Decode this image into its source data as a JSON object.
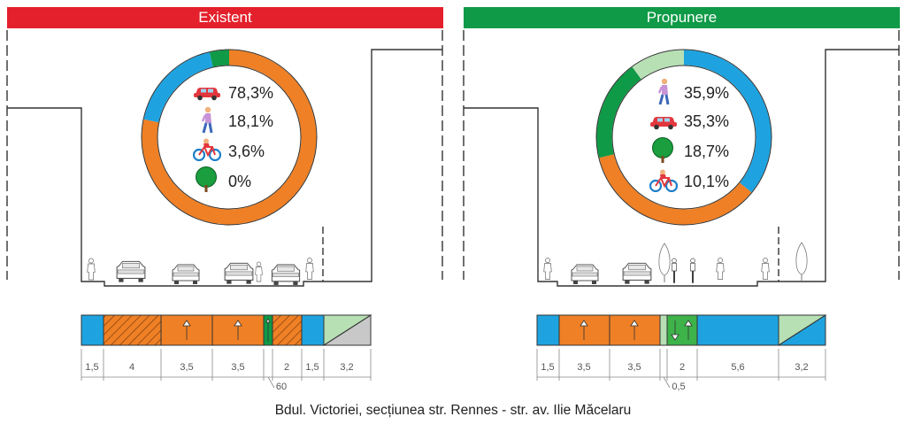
{
  "panels": [
    {
      "title": "Existent",
      "color": "#e3202b",
      "ring": [
        {
          "mode": "car",
          "value": 78.3,
          "color": "#ef8025"
        },
        {
          "mode": "pedestrian",
          "value": 18.1,
          "color": "#1ea3e0"
        },
        {
          "mode": "bicycle",
          "value": 3.6,
          "color": "#0f9a47"
        },
        {
          "mode": "tree",
          "value": 0,
          "color": "#0f9a47"
        }
      ],
      "rows": [
        {
          "icon": "car-icon",
          "label": "78,3%"
        },
        {
          "icon": "pedestrian-icon",
          "label": "18,1%"
        },
        {
          "icon": "bicycle-icon",
          "label": "3,6%"
        },
        {
          "icon": "tree-icon",
          "label": "0%"
        }
      ],
      "strip": [
        "1,5",
        "4",
        "3,5",
        "3,5",
        "2",
        "1,5",
        "3,2"
      ],
      "extra_dim": "60"
    },
    {
      "title": "Propunere",
      "color": "#0f9a47",
      "ring": [
        {
          "mode": "pedestrian",
          "value": 35.9,
          "color": "#1ea3e0"
        },
        {
          "mode": "car",
          "value": 35.3,
          "color": "#ef8025"
        },
        {
          "mode": "tree",
          "value": 18.7,
          "color": "#0f9a47"
        },
        {
          "mode": "bicycle",
          "value": 10.1,
          "color": "#b7e0b4"
        }
      ],
      "rows": [
        {
          "icon": "pedestrian-icon",
          "label": "35,9%"
        },
        {
          "icon": "car-icon",
          "label": "35,3%"
        },
        {
          "icon": "tree-icon",
          "label": "18,7%"
        },
        {
          "icon": "bicycle-icon",
          "label": "10,1%"
        }
      ],
      "strip": [
        "1,5",
        "3,5",
        "3,5",
        "2",
        "5,6",
        "3,2"
      ],
      "extra_dim": "0,5"
    }
  ],
  "caption": "Bdul. Victoriei, secțiunea str. Rennes - str. av. Ilie Măcelaru",
  "colors": {
    "orange": "#ef8025",
    "blue": "#1ea3e0",
    "green": "#0f9a47",
    "light_green": "#b7e0b4",
    "grey": "#c8c8c8"
  }
}
